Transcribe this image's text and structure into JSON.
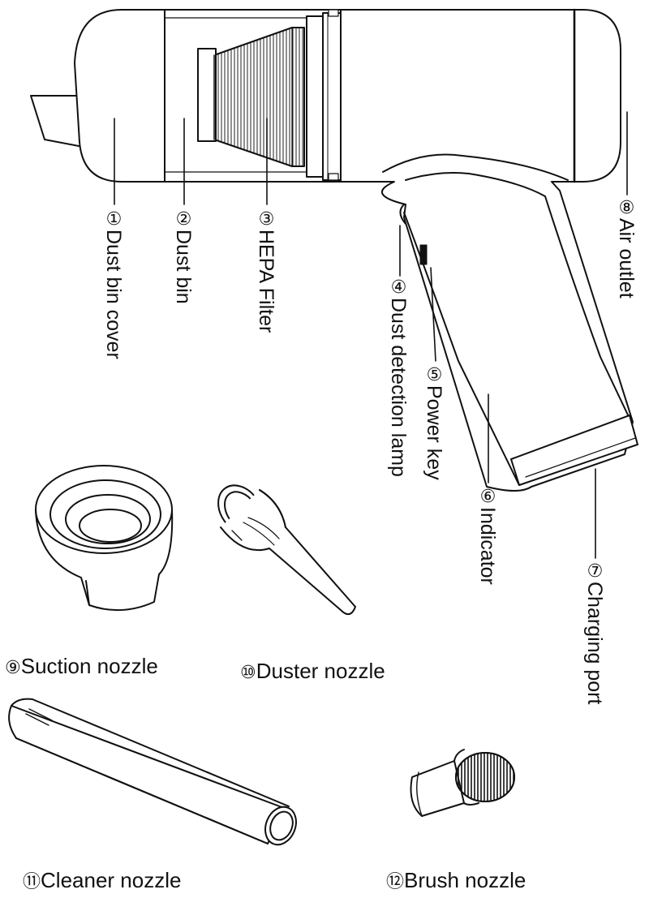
{
  "parts": [
    {
      "num": "①",
      "label": "Dust bin cover"
    },
    {
      "num": "②",
      "label": "Dust bin"
    },
    {
      "num": "③",
      "label": "HEPA Filter"
    },
    {
      "num": "④",
      "label": "Dust detection lamp"
    },
    {
      "num": "⑤",
      "label": "Power key"
    },
    {
      "num": "⑥",
      "label": "Indicator"
    },
    {
      "num": "⑦",
      "label": "Charging port"
    },
    {
      "num": "⑧",
      "label": "Air outlet"
    }
  ],
  "accessories": [
    {
      "num": "⑨",
      "label": "Suction nozzle"
    },
    {
      "num": "⑩",
      "label": "Duster nozzle"
    },
    {
      "num": "⑪",
      "label": "Cleaner nozzle"
    },
    {
      "num": "⑫",
      "label": "Brush nozzle"
    }
  ]
}
